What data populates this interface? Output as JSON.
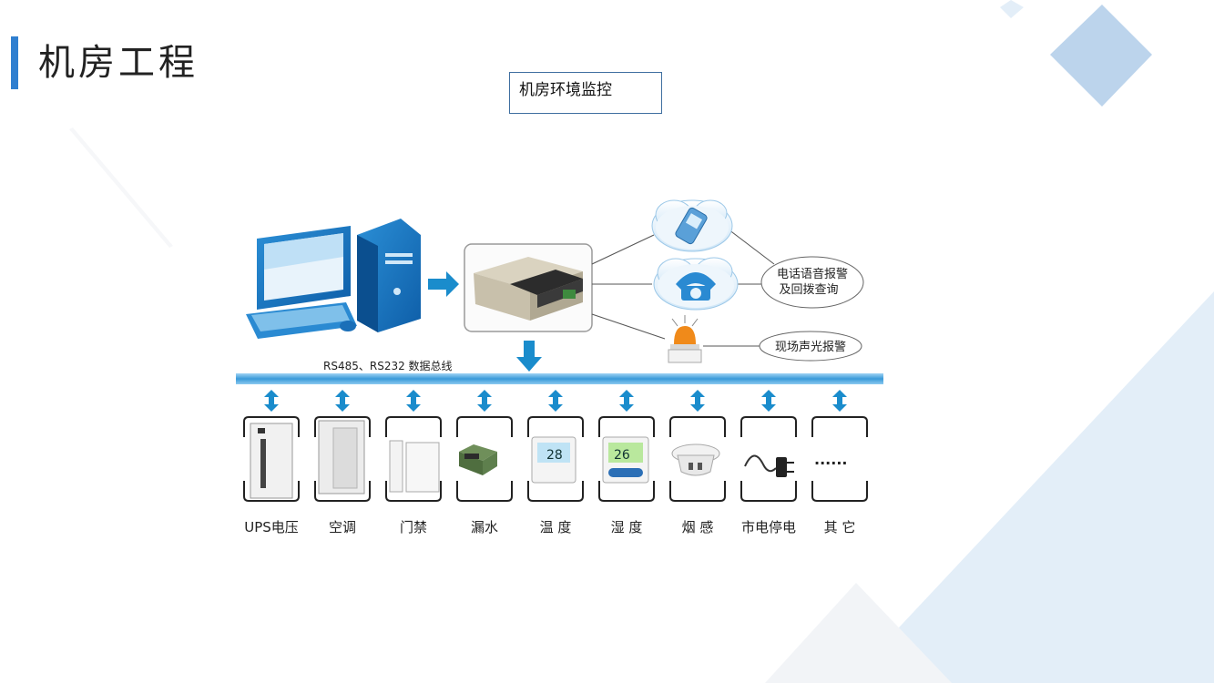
{
  "slide": {
    "title": "机房工程",
    "callout": "机房环境监控"
  },
  "diagram": {
    "bus_label": "RS485、RS232 数据总线",
    "alarm_labels": {
      "phone": "电话语音报警",
      "phone_line2": "及回拨查询",
      "sound_light": "现场声光报警"
    },
    "devices": [
      "UPS电压",
      "空调",
      "门禁",
      "漏水",
      "温 度",
      "湿 度",
      "烟 感",
      "市电停电",
      "其 它"
    ],
    "readouts": {
      "temperature": "28",
      "humidity": "26"
    },
    "others_glyph": "......"
  },
  "colors": {
    "accent": "#2f7fd0",
    "bus": "#5aaee6",
    "arrow": "#1a8ccc",
    "deco_light": "#e3eef8",
    "deco_mid": "#bcd4ec"
  }
}
